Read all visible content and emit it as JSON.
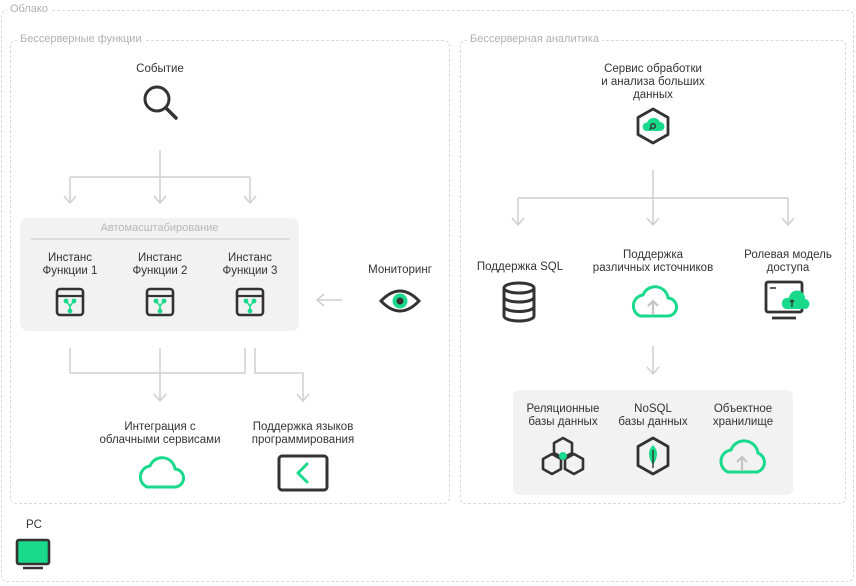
{
  "cloud": {
    "label": "Облако"
  },
  "serverless_functions": {
    "label": "Бессерверные функции",
    "event": "Событие",
    "autoscaling": "Автомасштабирование",
    "instances": [
      {
        "label": "Инстанс\nФункции 1"
      },
      {
        "label": "Инстанс\nФункции 2"
      },
      {
        "label": "Инстанс\nФункции 3"
      }
    ],
    "monitoring": "Мониторинг",
    "cloud_integration": "Интеграция с\nоблачными сервисами",
    "languages": "Поддержка языков\nпрограммирования"
  },
  "serverless_analytics": {
    "label": "Бессерверная аналитика",
    "big_data_service": "Сервис обработки\nи анализа больших\nданных",
    "sql_support": "Поддержка SQL",
    "sources_support": "Поддержка\nразличных источников",
    "role_model": "Ролевая модель\nдоступа",
    "storages": [
      {
        "label": "Реляционные\nбазы данных"
      },
      {
        "label": "NoSQL\nбазы данных"
      },
      {
        "label": "Объектное\nхранилище"
      }
    ]
  },
  "pc": {
    "label": "PC"
  },
  "colors": {
    "accent": "#19d98b",
    "icon_dark": "#333333",
    "connector": "#cfcfcf",
    "panel": "#f2f2f2"
  }
}
